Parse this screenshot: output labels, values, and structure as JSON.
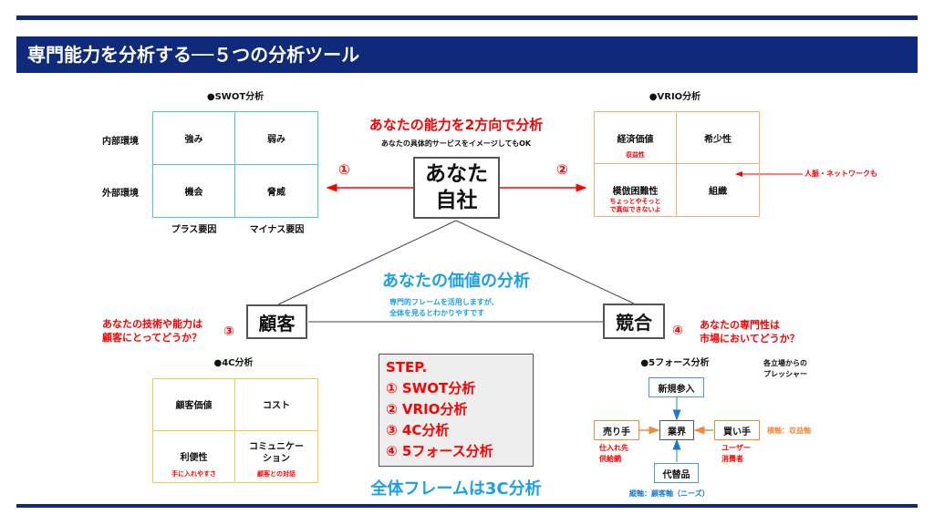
{
  "title": "専門能力を分析する──５つの分析ツール",
  "center": {
    "heading": "あなたの能力を2方向で分析",
    "sub": "あなたの具体的サービスをイメージしてもOK",
    "box_line1": "あなた",
    "box_line2": "自社",
    "num1": "①",
    "num2": "②"
  },
  "swot": {
    "title": "●SWOT分析",
    "rows": [
      "内部環境",
      "外部環境"
    ],
    "cols": [
      "プラス要因",
      "マイナス要因"
    ],
    "cells": [
      "強み",
      "弱み",
      "機会",
      "脅威"
    ]
  },
  "vrio": {
    "title": "●VRIO分析",
    "cells": [
      "経済価値",
      "希少性",
      "模倣困難性",
      "組織"
    ],
    "note_value": "収益性",
    "note_imitation": "ちょっとやそっとで真似できないよ",
    "side_note": "人脈・ネットワークも"
  },
  "value": {
    "heading": "あなたの価値の分析",
    "sub1": "専門的フレームを活用しますが、",
    "sub2": "全体を見るとわかりやすです"
  },
  "customer": {
    "label": "顧客",
    "q1": "あなたの技術や能力は",
    "q2": "顧客にとってどうか？",
    "num": "③"
  },
  "competitor": {
    "label": "競合",
    "q1": "あなたの専門性は",
    "q2": "市場においてどうか？",
    "num": "④"
  },
  "fourc": {
    "title": "●4C分析",
    "cells": [
      "顧客価値",
      "コスト",
      "利便性",
      "コミュニケーション"
    ],
    "note_convenience": "手に入れやすさ",
    "note_comm": "顧客との対話"
  },
  "steps": {
    "title": "STEP.",
    "items": [
      "① SWOT分析",
      "② VRIO分析",
      "③ 4C分析",
      "④ 5フォース分析"
    ]
  },
  "footer": "全体フレームは3C分析",
  "fiveforces": {
    "title": "●5フォース分析",
    "pressure1": "各立場からの",
    "pressure2": "プレッシャー",
    "new_entry": "新規参入",
    "industry": "業界",
    "seller": "売り手",
    "buyer": "買い手",
    "substitute": "代替品",
    "seller_note1": "仕入れ先",
    "seller_note2": "供給網",
    "buyer_note1": "ユーザー",
    "buyer_note2": "消費者",
    "h_axis": "横軸：収益軸",
    "v_axis": "縦軸：顧客軸（ニーズ）"
  },
  "colors": {
    "navy": "#0f2a7a",
    "red": "#ff0000",
    "blue": "#1aa0e6",
    "orange": "#f08a3c",
    "yellow": "#f7c948"
  }
}
